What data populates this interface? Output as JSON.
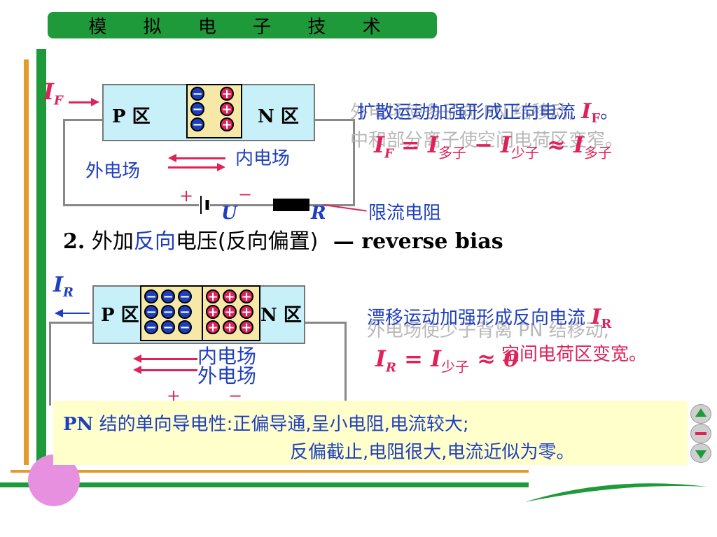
{
  "header": {
    "title": "模 拟 电 子 技 术"
  },
  "forward": {
    "current_symbol": "I",
    "current_sub": "F",
    "p_label": "P 区",
    "n_label": "N 区",
    "outer_field": "外电场",
    "inner_field": "内电场",
    "plus": "+",
    "minus": "−",
    "u_label": "U",
    "r_label": "R",
    "resistor_label": "限流电阻",
    "ghost_text_1": "外电场使多子向 PN 结移动,",
    "ghost_text_2": "中和部分离子使空间电荷区变窄。",
    "note_1": "扩散运动加强形成正向电流",
    "note_1_sym": "I",
    "note_1_sub": "F",
    "note_1_end": "。",
    "eq_lhs": "I",
    "eq_lhs_sub": "F",
    "eq_mid1": " = I",
    "eq_mid1_sub": "多子",
    "eq_mid2": " − I",
    "eq_mid2_sub": "少子",
    "eq_mid3": " ≈ I",
    "eq_mid3_sub": "多子"
  },
  "section": {
    "number": "2.",
    "prefix": " 外加",
    "highlight": "反向",
    "suffix": "电压(反向偏置)",
    "dash": "— reverse bias"
  },
  "reverse": {
    "current_symbol": "I",
    "current_sub": "R",
    "p_label": "P 区",
    "n_label": "N 区",
    "inner_field": "内电场",
    "outer_field": "外电场",
    "plus": "+",
    "minus": "−",
    "ghost_text_1": "外电场使少子背离 PN 结移动,",
    "ghost_text_2": "空间电荷区变宽。",
    "note_1": "漂移运动加强形成反向电流",
    "note_1_sym": "I",
    "note_1_sub": "R",
    "eq_lhs": "I",
    "eq_lhs_sub": "R",
    "eq_mid": " = I",
    "eq_mid_sub": "少子",
    "eq_end": " ≈ 0"
  },
  "summary": {
    "line1_prefix": "PN",
    "line1": " 结的单向导电性:正偏导通,呈小电阻,电流较大;",
    "line2": "反偏截止,电阻很大,电流近似为零。"
  },
  "colors": {
    "green": "#1f9a3a",
    "orange": "#e59a2c",
    "red": "#e0225a",
    "blue": "#1f3fbf",
    "summary_bg": "#ffffcc"
  }
}
